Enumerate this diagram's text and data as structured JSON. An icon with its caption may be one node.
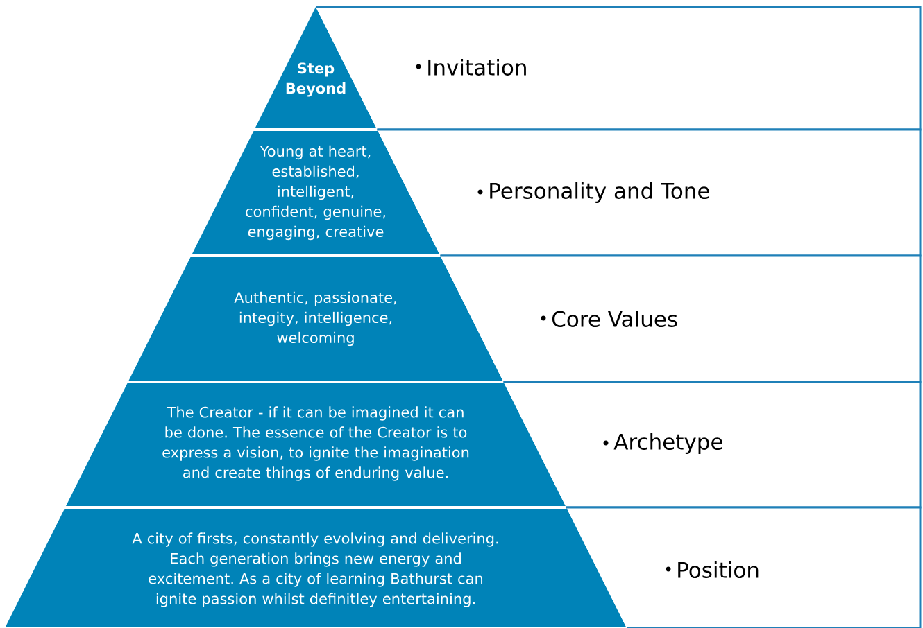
{
  "diagram": {
    "nodes": [
      {
        "text": [
          "Step Beyond"
        ]
      },
      {
        "text": [
          "Invitation"
        ]
      },
      {
        "text": [
          "Young at heart, established, intelligent, confident, genuine, engaging, creative"
        ]
      },
      {
        "text": [
          "Personality and Tone"
        ]
      },
      {
        "text": [
          "Authentic, passionate, integity, intelligence, welcoming"
        ]
      },
      {
        "text": [
          "Core Values"
        ]
      },
      {
        "text": [
          "The Creator - if it can be imagined it can be done. The essence of the Creator is to express a vision, to ignite the imagination and create things of enduring value."
        ]
      },
      {
        "text": [
          "Archetype"
        ]
      },
      {
        "text": [
          "A city of firsts, constantly evolving and delivering. Each generation brings new energy and excitement. As a city of learning Bathurst can ignite passion whilst definitley entertaining."
        ]
      },
      {
        "text": [
          "Position"
        ]
      }
    ]
  }
}
